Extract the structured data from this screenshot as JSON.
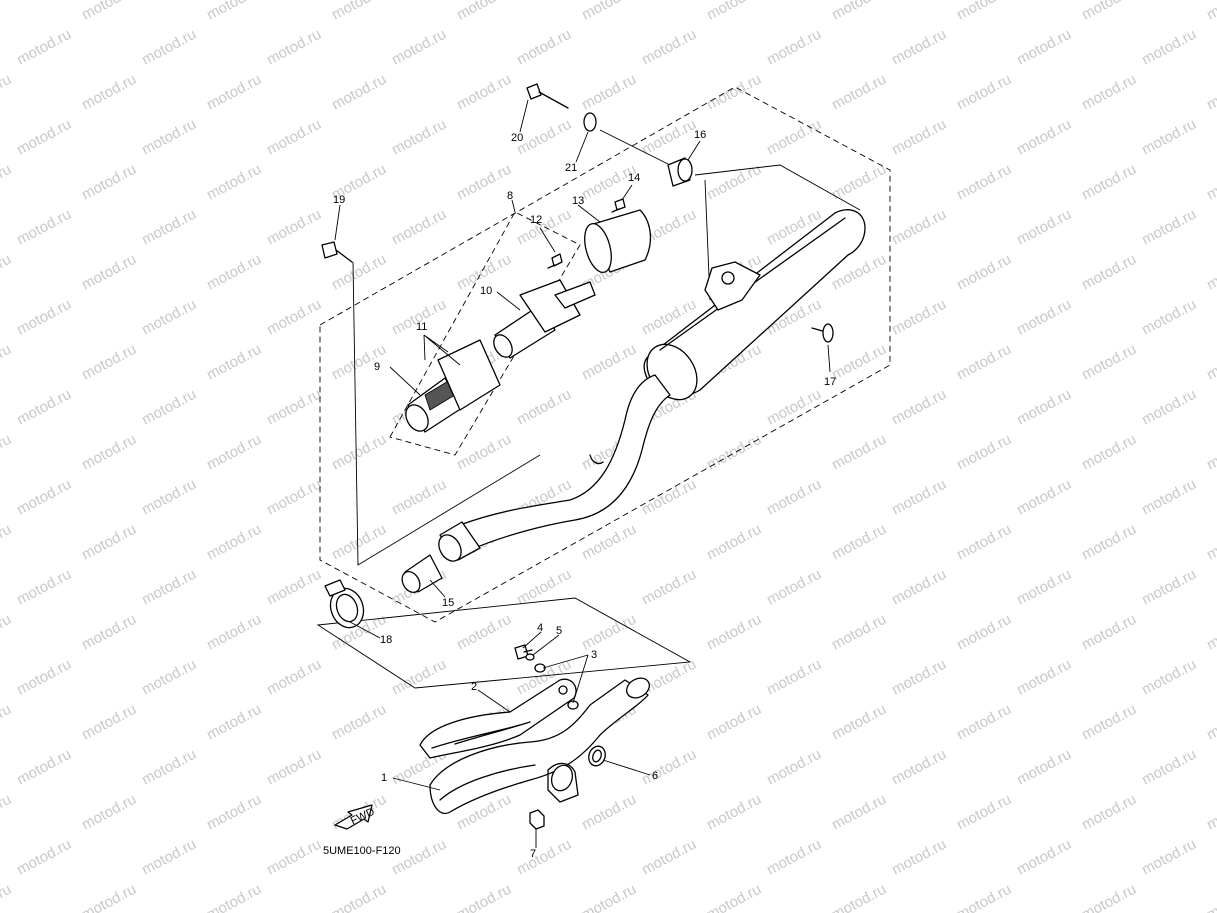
{
  "watermark": "motod.ru",
  "diagram_code": "5UME100-F120",
  "fwd_label": "FWD",
  "callouts": [
    {
      "id": "c1",
      "label": "1"
    },
    {
      "id": "c2",
      "label": "2"
    },
    {
      "id": "c3",
      "label": "3"
    },
    {
      "id": "c4",
      "label": "4"
    },
    {
      "id": "c5",
      "label": "5"
    },
    {
      "id": "c6",
      "label": "6"
    },
    {
      "id": "c7",
      "label": "7"
    },
    {
      "id": "c8",
      "label": "8"
    },
    {
      "id": "c9",
      "label": "9"
    },
    {
      "id": "c10",
      "label": "10"
    },
    {
      "id": "c11",
      "label": "11"
    },
    {
      "id": "c12",
      "label": "12"
    },
    {
      "id": "c13",
      "label": "13"
    },
    {
      "id": "c14",
      "label": "14"
    },
    {
      "id": "c15",
      "label": "15"
    },
    {
      "id": "c16",
      "label": "16"
    },
    {
      "id": "c17",
      "label": "17"
    },
    {
      "id": "c18",
      "label": "18"
    },
    {
      "id": "c19",
      "label": "19"
    },
    {
      "id": "c20",
      "label": "20"
    },
    {
      "id": "c21",
      "label": "21"
    }
  ]
}
